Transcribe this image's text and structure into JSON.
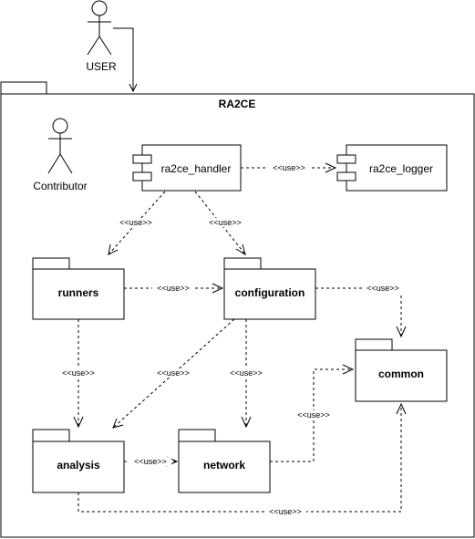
{
  "actors": {
    "user": "USER",
    "contributor": "Contributor"
  },
  "system": {
    "title": "RA2CE"
  },
  "components": {
    "handler": "ra2ce_handler",
    "logger": "ra2ce_logger"
  },
  "packages": {
    "runners": "runners",
    "configuration": "configuration",
    "common": "common",
    "analysis": "analysis",
    "network": "network"
  },
  "dependency_label": "<<use>>"
}
